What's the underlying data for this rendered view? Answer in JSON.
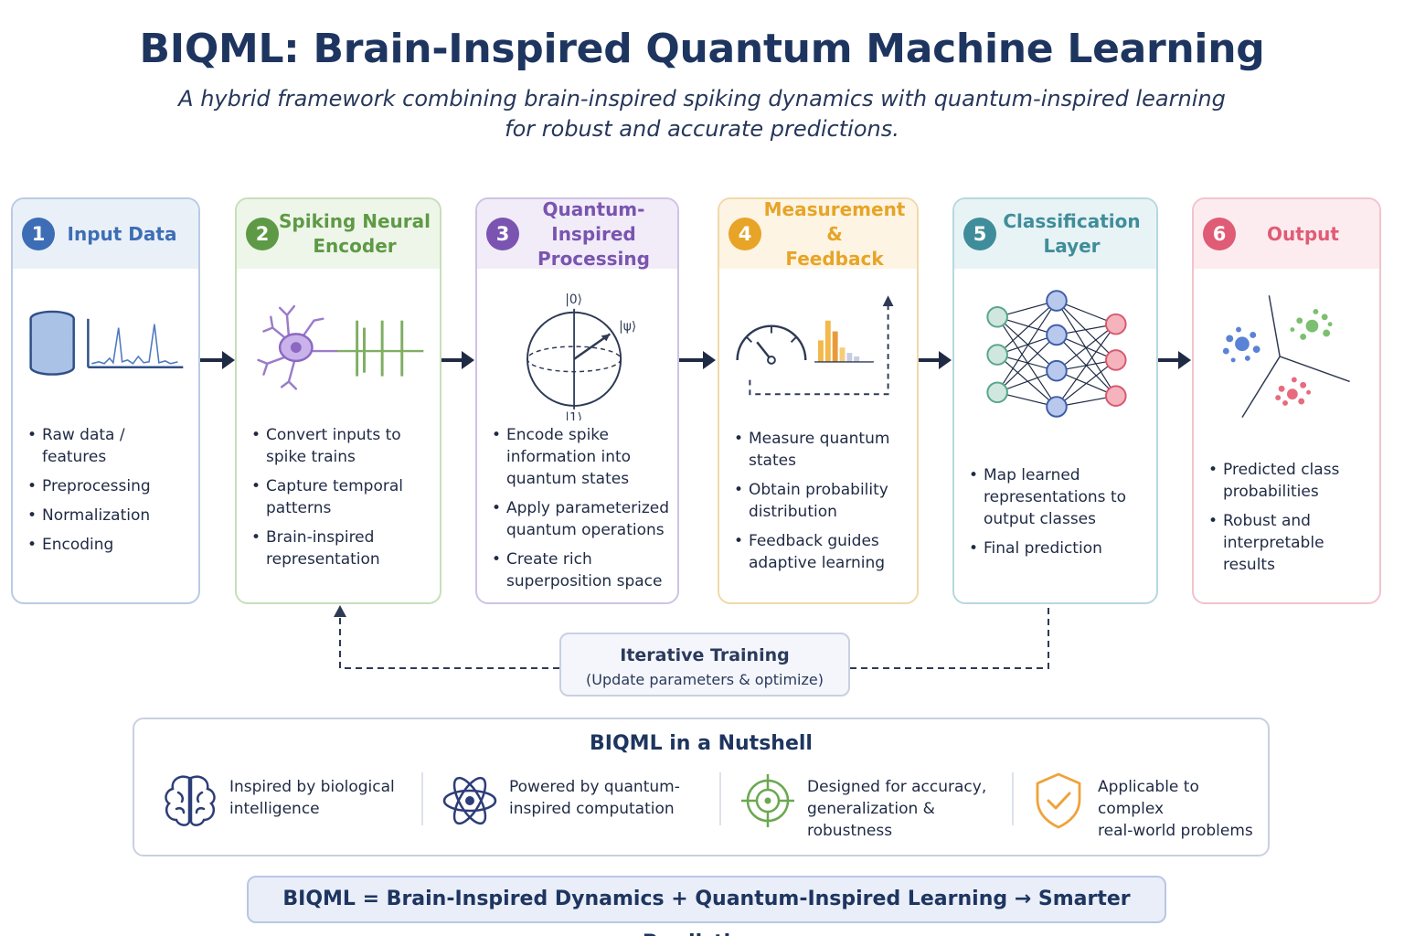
{
  "title": "BIQML: Brain-Inspired Quantum Machine Learning",
  "subtitle": {
    "line1": "A hybrid framework combining brain-inspired spiking dynamics with quantum-inspired learning",
    "line2": "for robust and accurate predictions."
  },
  "stages": [
    {
      "number": "1",
      "title_line1": "Input Data",
      "title_line2": "",
      "color": "#3d6db5",
      "head_bg": "#eaf0f8",
      "border": "#b9cbe6",
      "icon": "database-and-signal-icon",
      "bullets": [
        "Raw data / features",
        "Preprocessing",
        "Normalization",
        "Encoding"
      ]
    },
    {
      "number": "2",
      "title_line1": "Spiking Neural",
      "title_line2": "Encoder",
      "color": "#5e9a45",
      "head_bg": "#eef6ea",
      "border": "#c6dfb9",
      "icon": "neuron-spike-train-icon",
      "bullets": [
        "Convert inputs to spike trains",
        "Capture temporal patterns",
        "Brain-inspired representation"
      ]
    },
    {
      "number": "3",
      "title_line1": "Quantum-Inspired",
      "title_line2": "Processing",
      "color": "#7a54b0",
      "head_bg": "#f1ecf8",
      "border": "#cfc2e5",
      "icon": "bloch-sphere-icon",
      "bloch_labels": {
        "top": "|0⟩",
        "bottom": "|1⟩",
        "state": "|ψ⟩"
      },
      "bullets": [
        "Encode spike information into quantum states",
        "Apply parameterized quantum operations",
        "Create rich superposition space"
      ]
    },
    {
      "number": "4",
      "title_line1": "Measurement &",
      "title_line2": "Feedback",
      "color": "#e7a427",
      "head_bg": "#fdf4e3",
      "border": "#f1d9a8",
      "icon": "gauge-histogram-icon",
      "bullets": [
        "Measure quantum states",
        "Obtain probability distribution",
        "Feedback guides adaptive learning"
      ]
    },
    {
      "number": "5",
      "title_line1": "Classification",
      "title_line2": "Layer",
      "color": "#3f8d9a",
      "head_bg": "#e8f3f5",
      "border": "#b6d8de",
      "icon": "neural-network-icon",
      "bullets": [
        "Map learned representations to output classes",
        "Final prediction"
      ]
    },
    {
      "number": "6",
      "title_line1": "Output",
      "title_line2": "",
      "color": "#e05b75",
      "head_bg": "#fcecef",
      "border": "#f2c3cd",
      "icon": "class-clusters-icon",
      "bullets": [
        "Predicted class probabilities",
        "Robust and interpretable results"
      ]
    }
  ],
  "iterative": {
    "title": "Iterative Training",
    "subtitle": "(Update parameters & optimize)"
  },
  "nutshell": {
    "title": "BIQML in a Nutshell",
    "items": [
      {
        "icon": "brain-icon",
        "line1": "Inspired by biological",
        "line2": "intelligence",
        "line3": ""
      },
      {
        "icon": "atom-icon",
        "line1": "Powered by quantum-",
        "line2": "inspired computation",
        "line3": ""
      },
      {
        "icon": "target-icon",
        "line1": "Designed for accuracy,",
        "line2": "generalization &",
        "line3": "robustness"
      },
      {
        "icon": "shield-check-icon",
        "line1": "Applicable to complex",
        "line2": "real-world problems",
        "line3": ""
      }
    ]
  },
  "formula": "BIQML = Brain-Inspired Dynamics + Quantum-Inspired Learning → Smarter Predictions"
}
